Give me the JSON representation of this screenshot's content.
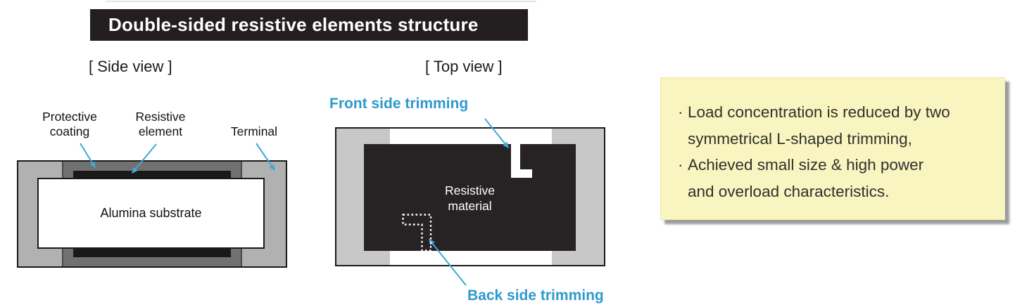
{
  "header": {
    "title": "Double-sided resistive elements structure"
  },
  "side_view": {
    "caption": "[ Side view ]",
    "labels": {
      "protective_line1": "Protective",
      "protective_line2": "coating",
      "resistive_line1": "Resistive",
      "resistive_line2": "element",
      "terminal": "Terminal",
      "substrate": "Alumina substrate"
    }
  },
  "top_view": {
    "caption": "[ Top view ]",
    "front_trimming_label": "Front side trimming",
    "back_trimming_label": "Back side trimming",
    "material_line1": "Resistive",
    "material_line2": "material"
  },
  "note": {
    "lines": [
      {
        "bullet": "·",
        "text": "Load concentration is reduced by two"
      },
      {
        "bullet": "",
        "text": "symmetrical L-shaped trimming,"
      },
      {
        "bullet": "·",
        "text": "Achieved small size & high power"
      },
      {
        "bullet": "",
        "text": "and overload characteristics."
      }
    ]
  },
  "colors": {
    "title_bar_bg": "#231f20",
    "title_text": "#ffffff",
    "accent_blue": "#2f99cc",
    "arrow_blue": "#41a8d8",
    "side_terminal_gray": "#b1b1b1",
    "protective_coating_gray": "#717171",
    "resistive_element_black": "#191919",
    "top_terminal_gray": "#c8c8c8",
    "resistive_material_black": "#272223",
    "note_bg": "#f9f5c1",
    "note_shadow": "#9c9c9c"
  }
}
